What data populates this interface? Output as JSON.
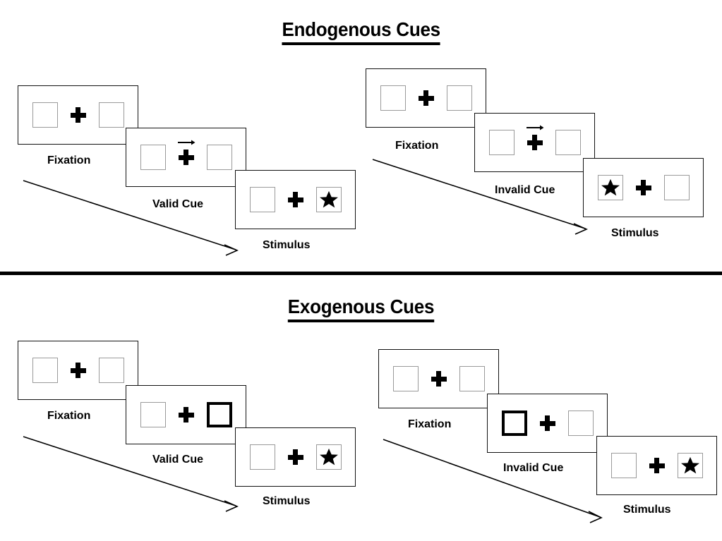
{
  "figure": {
    "title_top": "Endogenous Cues",
    "title_bottom": "Exogenous Cues"
  },
  "colors": {
    "ink": "#000000",
    "box_border": "#9a9a9a",
    "panel_border": "#111111",
    "background": "#ffffff"
  },
  "sections": [
    {
      "id": "endogenous",
      "title": "Endogenous Cues",
      "cue_type": "central-arrow",
      "sequences": [
        {
          "id": "endogenous-valid",
          "validity": "valid",
          "frames": [
            {
              "caption": "Fixation",
              "left_box": "empty",
              "right_box": "empty",
              "arrow_cue": false,
              "arrow_direction": ""
            },
            {
              "caption": "Valid Cue",
              "left_box": "empty",
              "right_box": "empty",
              "arrow_cue": true,
              "arrow_direction": "right"
            },
            {
              "caption": "Stimulus",
              "left_box": "empty",
              "right_box": "star",
              "arrow_cue": false,
              "arrow_direction": ""
            }
          ]
        },
        {
          "id": "endogenous-invalid",
          "validity": "invalid",
          "frames": [
            {
              "caption": "Fixation",
              "left_box": "empty",
              "right_box": "empty",
              "arrow_cue": false,
              "arrow_direction": ""
            },
            {
              "caption": "Invalid Cue",
              "left_box": "empty",
              "right_box": "empty",
              "arrow_cue": true,
              "arrow_direction": "right"
            },
            {
              "caption": "Stimulus",
              "left_box": "star",
              "right_box": "empty",
              "arrow_cue": false,
              "arrow_direction": ""
            }
          ]
        }
      ]
    },
    {
      "id": "exogenous",
      "title": "Exogenous Cues",
      "cue_type": "peripheral-box-flash",
      "sequences": [
        {
          "id": "exogenous-valid",
          "validity": "valid",
          "frames": [
            {
              "caption": "Fixation",
              "left_box": "empty",
              "right_box": "empty",
              "arrow_cue": false,
              "arrow_direction": ""
            },
            {
              "caption": "Valid Cue",
              "left_box": "empty",
              "right_box": "cued",
              "arrow_cue": false,
              "arrow_direction": ""
            },
            {
              "caption": "Stimulus",
              "left_box": "empty",
              "right_box": "star",
              "arrow_cue": false,
              "arrow_direction": ""
            }
          ]
        },
        {
          "id": "exogenous-invalid",
          "validity": "invalid",
          "frames": [
            {
              "caption": "Fixation",
              "left_box": "empty",
              "right_box": "empty",
              "arrow_cue": false,
              "arrow_direction": ""
            },
            {
              "caption": "Invalid Cue",
              "left_box": "cued",
              "right_box": "empty",
              "arrow_cue": false,
              "arrow_direction": ""
            },
            {
              "caption": "Stimulus",
              "left_box": "empty",
              "right_box": "star",
              "arrow_cue": false,
              "arrow_direction": ""
            }
          ]
        }
      ]
    }
  ],
  "icons": {
    "fixation_cross": "plus-icon",
    "target": "star-icon",
    "cue": "arrow-right-icon",
    "time_flow": "time-flow-arrow-icon"
  }
}
